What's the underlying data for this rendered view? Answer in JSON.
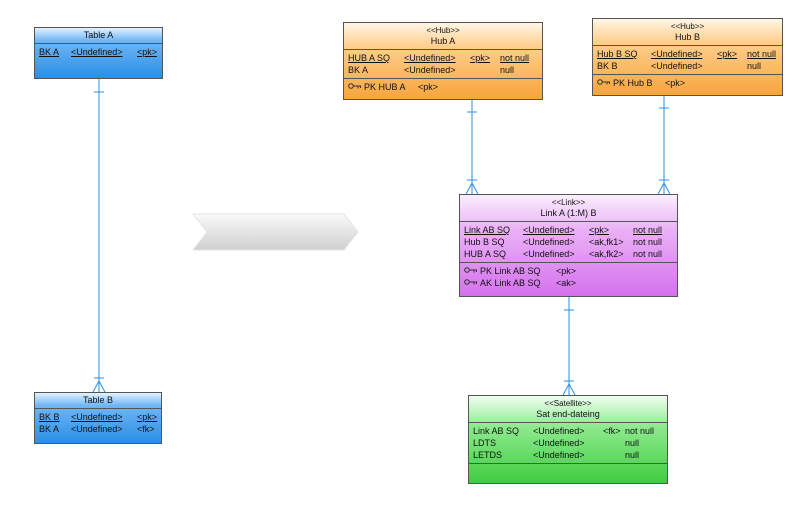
{
  "table_a": {
    "title": "Table A",
    "rows": [
      {
        "name": "BK A",
        "type": "<Undefined>",
        "key": "<pk>"
      }
    ]
  },
  "table_b": {
    "title": "Table B",
    "rows": [
      {
        "name": "BK B",
        "type": "<Undefined>",
        "key": "<pk>"
      },
      {
        "name": "BK A",
        "type": "<Undefined>",
        "key": "<fk>"
      }
    ]
  },
  "hub_a": {
    "stereotype": "<<Hub>>",
    "title": "Hub A",
    "rows": [
      {
        "name": "HUB A SQ",
        "type": "<Undefined>",
        "key": "<pk>",
        "null": "not null"
      },
      {
        "name": "BK A",
        "type": "<Undefined>",
        "key": "",
        "null": "null"
      }
    ],
    "keys": [
      {
        "name": "PK HUB A",
        "tag": "<pk>"
      }
    ]
  },
  "hub_b": {
    "stereotype": "<<Hub>>",
    "title": "Hub B",
    "rows": [
      {
        "name": "Hub B SQ",
        "type": "<Undefined>",
        "key": "<pk>",
        "null": "not null"
      },
      {
        "name": "BK B",
        "type": "<Undefined>",
        "key": "",
        "null": "null"
      }
    ],
    "keys": [
      {
        "name": "PK Hub B",
        "tag": "<pk>"
      }
    ]
  },
  "link": {
    "stereotype": "<<Link>>",
    "title": "Link A (1:M) B",
    "rows": [
      {
        "name": "Link AB SQ",
        "type": "<Undefined>",
        "key": "<pk>",
        "null": "not null"
      },
      {
        "name": "Hub B SQ",
        "type": "<Undefined>",
        "key": "<ak,fk1>",
        "null": "not null"
      },
      {
        "name": "HUB A SQ",
        "type": "<Undefined>",
        "key": "<ak,fk2>",
        "null": "not null"
      }
    ],
    "keys": [
      {
        "name": "PK Link AB SQ",
        "tag": "<pk>"
      },
      {
        "name": "AK Link AB SQ",
        "tag": "<ak>"
      }
    ]
  },
  "satellite": {
    "stereotype": "<<Satellite>>",
    "title": "Sat end-dateing",
    "rows": [
      {
        "name": "Link AB SQ",
        "type": "<Undefined>",
        "key": "<fk>",
        "null": "not null"
      },
      {
        "name": "LDTS",
        "type": "<Undefined>",
        "key": "",
        "null": "null"
      },
      {
        "name": "LETDS",
        "type": "<Undefined>",
        "key": "",
        "null": "null"
      }
    ]
  },
  "colors": {
    "connector": "#2a8fe6",
    "blue": "#2a8fe6",
    "orange": "#f6a53c",
    "pink": "#d572ee",
    "green": "#40cc40"
  }
}
